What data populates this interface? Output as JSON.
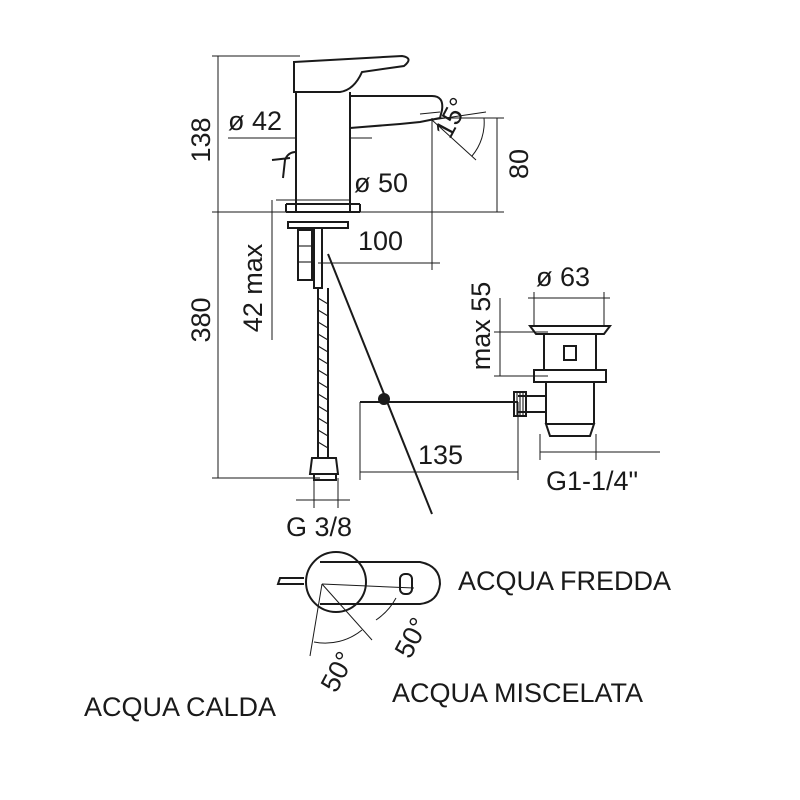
{
  "dimensions": {
    "height_total": "138",
    "diameter_spout": "ø 42",
    "angle_outlet": "15°",
    "height_outlet": "80",
    "diameter_base": "ø 50",
    "projection": "100",
    "max_thickness": "42 max",
    "hose_length": "380",
    "max_drain": "max 55",
    "diameter_drain": "ø 63",
    "rod_length": "135",
    "drain_thread": "G1-1/4\"",
    "hose_thread": "G 3/8",
    "angle_hot": "50°",
    "angle_cold": "50°"
  },
  "labels": {
    "cold": "ACQUA FREDDA",
    "hot": "ACQUA CALDA",
    "mixed": "ACQUA MISCELATA"
  }
}
